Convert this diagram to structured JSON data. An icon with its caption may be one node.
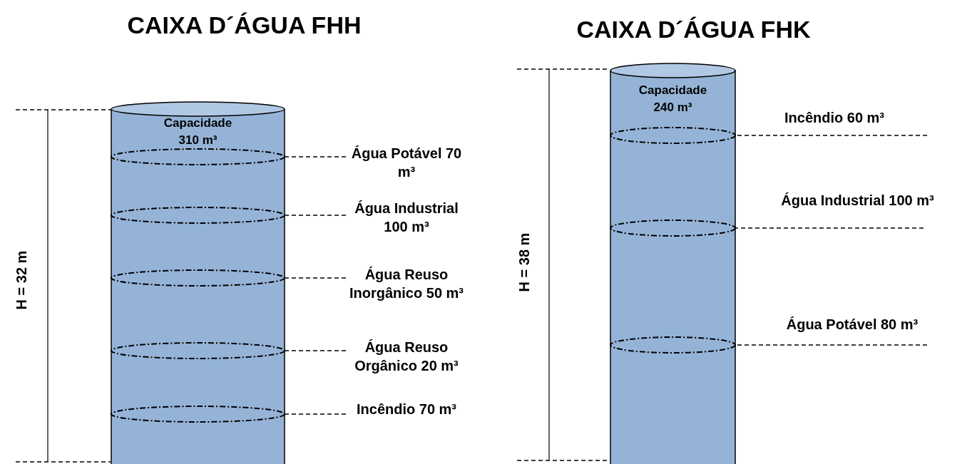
{
  "diagram": {
    "nodes": [
      {
        "text": [
          "Capacidade 310 m³"
        ]
      },
      {
        "text": [],
        "shape": "ellipse",
        "in": 0
      },
      {
        "text": [],
        "shape": "ellipse",
        "in": 0
      },
      {
        "text": [],
        "shape": "ellipse",
        "in": 0
      },
      {
        "text": [],
        "shape": "ellipse",
        "in": 0
      },
      {
        "text": [],
        "shape": "ellipse",
        "in": 0
      },
      {
        "text": [
          "Água Potável 70 m³"
        ]
      },
      {
        "text": [
          "Água Industrial 100 m³"
        ]
      },
      {
        "text": [
          "Água Reuso Inorgânico 50 m³"
        ]
      },
      {
        "text": [
          "Água Reuso Orgânico 20 m³"
        ]
      },
      {
        "text": [
          "Incêndio 70 m³"
        ]
      },
      {
        "text": [
          "Capacidade 240 m³"
        ]
      },
      {
        "text": [],
        "shape": "ellipse",
        "in": 11
      },
      {
        "text": [],
        "shape": "ellipse",
        "in": 11
      },
      {
        "text": [],
        "shape": "ellipse",
        "in": 11
      },
      {
        "text": [
          "Incêndio 60 m³"
        ]
      },
      {
        "text": [
          "Água Industrial 100 m³"
        ]
      },
      {
        "text": [
          "Água Potável 80 m³"
        ]
      }
    ],
    "edges": [
      {
        "from": 6,
        "to": 1,
        "arrow": "none",
        "style": "dashed"
      },
      {
        "from": 7,
        "to": 2,
        "arrow": "none",
        "style": "dashed"
      },
      {
        "from": 8,
        "to": 3,
        "arrow": "none",
        "style": "dashed"
      },
      {
        "from": 9,
        "to": 4,
        "arrow": "none",
        "style": "dashed"
      },
      {
        "from": 10,
        "to": 5,
        "arrow": "none",
        "style": "dashed"
      },
      {
        "from": 15,
        "to": 12,
        "arrow": "none",
        "style": "dashed"
      },
      {
        "from": 16,
        "to": 13,
        "arrow": "none",
        "style": "dashed"
      },
      {
        "from": 17,
        "to": 14,
        "arrow": "none",
        "style": "dashed"
      }
    ],
    "labels": [
      "CAIXA D´ÁGUA FHH",
      "CAIXA D´ÁGUA FHK",
      "H = 32 m",
      "H = 38 m"
    ]
  }
}
